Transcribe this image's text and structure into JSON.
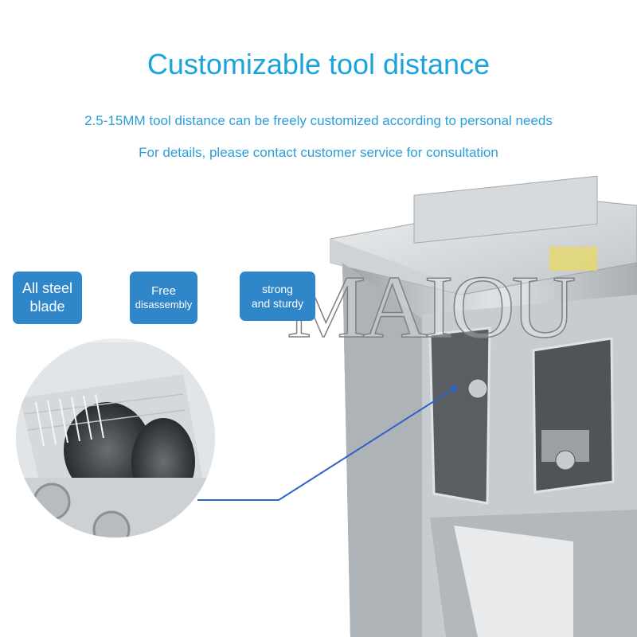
{
  "header": {
    "title": "Customizable tool distance",
    "line1": "2.5-15MM tool distance can be freely customized according to personal needs",
    "line2": "For details, please contact customer service for consultation"
  },
  "features": [
    {
      "line1": "All steel",
      "line2": "blade"
    },
    {
      "line1": "Free",
      "line2": "disassembly"
    },
    {
      "line1": "strong",
      "line2": "and sturdy"
    }
  ],
  "watermark": "MAIOU",
  "colors": {
    "title": "#1aa3dd",
    "badge": "#2f86c9",
    "pointer": "#2e63c8"
  },
  "icons": {
    "pointer": "pointer-line-icon"
  }
}
